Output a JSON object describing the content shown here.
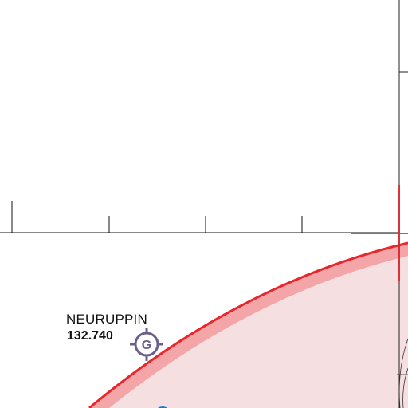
{
  "airport": {
    "name": "NEURUPPIN",
    "frequency": "132.740",
    "symbol_letter": "G"
  },
  "icons": {
    "airfield": "glider-airfield-icon",
    "crosshair": "reference-crosshair-icon"
  },
  "colors": {
    "airspace_border": "#e8262b",
    "airspace_band": "#f4a5a7",
    "airspace_fill": "#f5dfe0",
    "airfield_symbol": "#6b5f8e",
    "scale_line": "#111111",
    "crosshair": "#e8262b",
    "navaid": "#2277bb"
  }
}
